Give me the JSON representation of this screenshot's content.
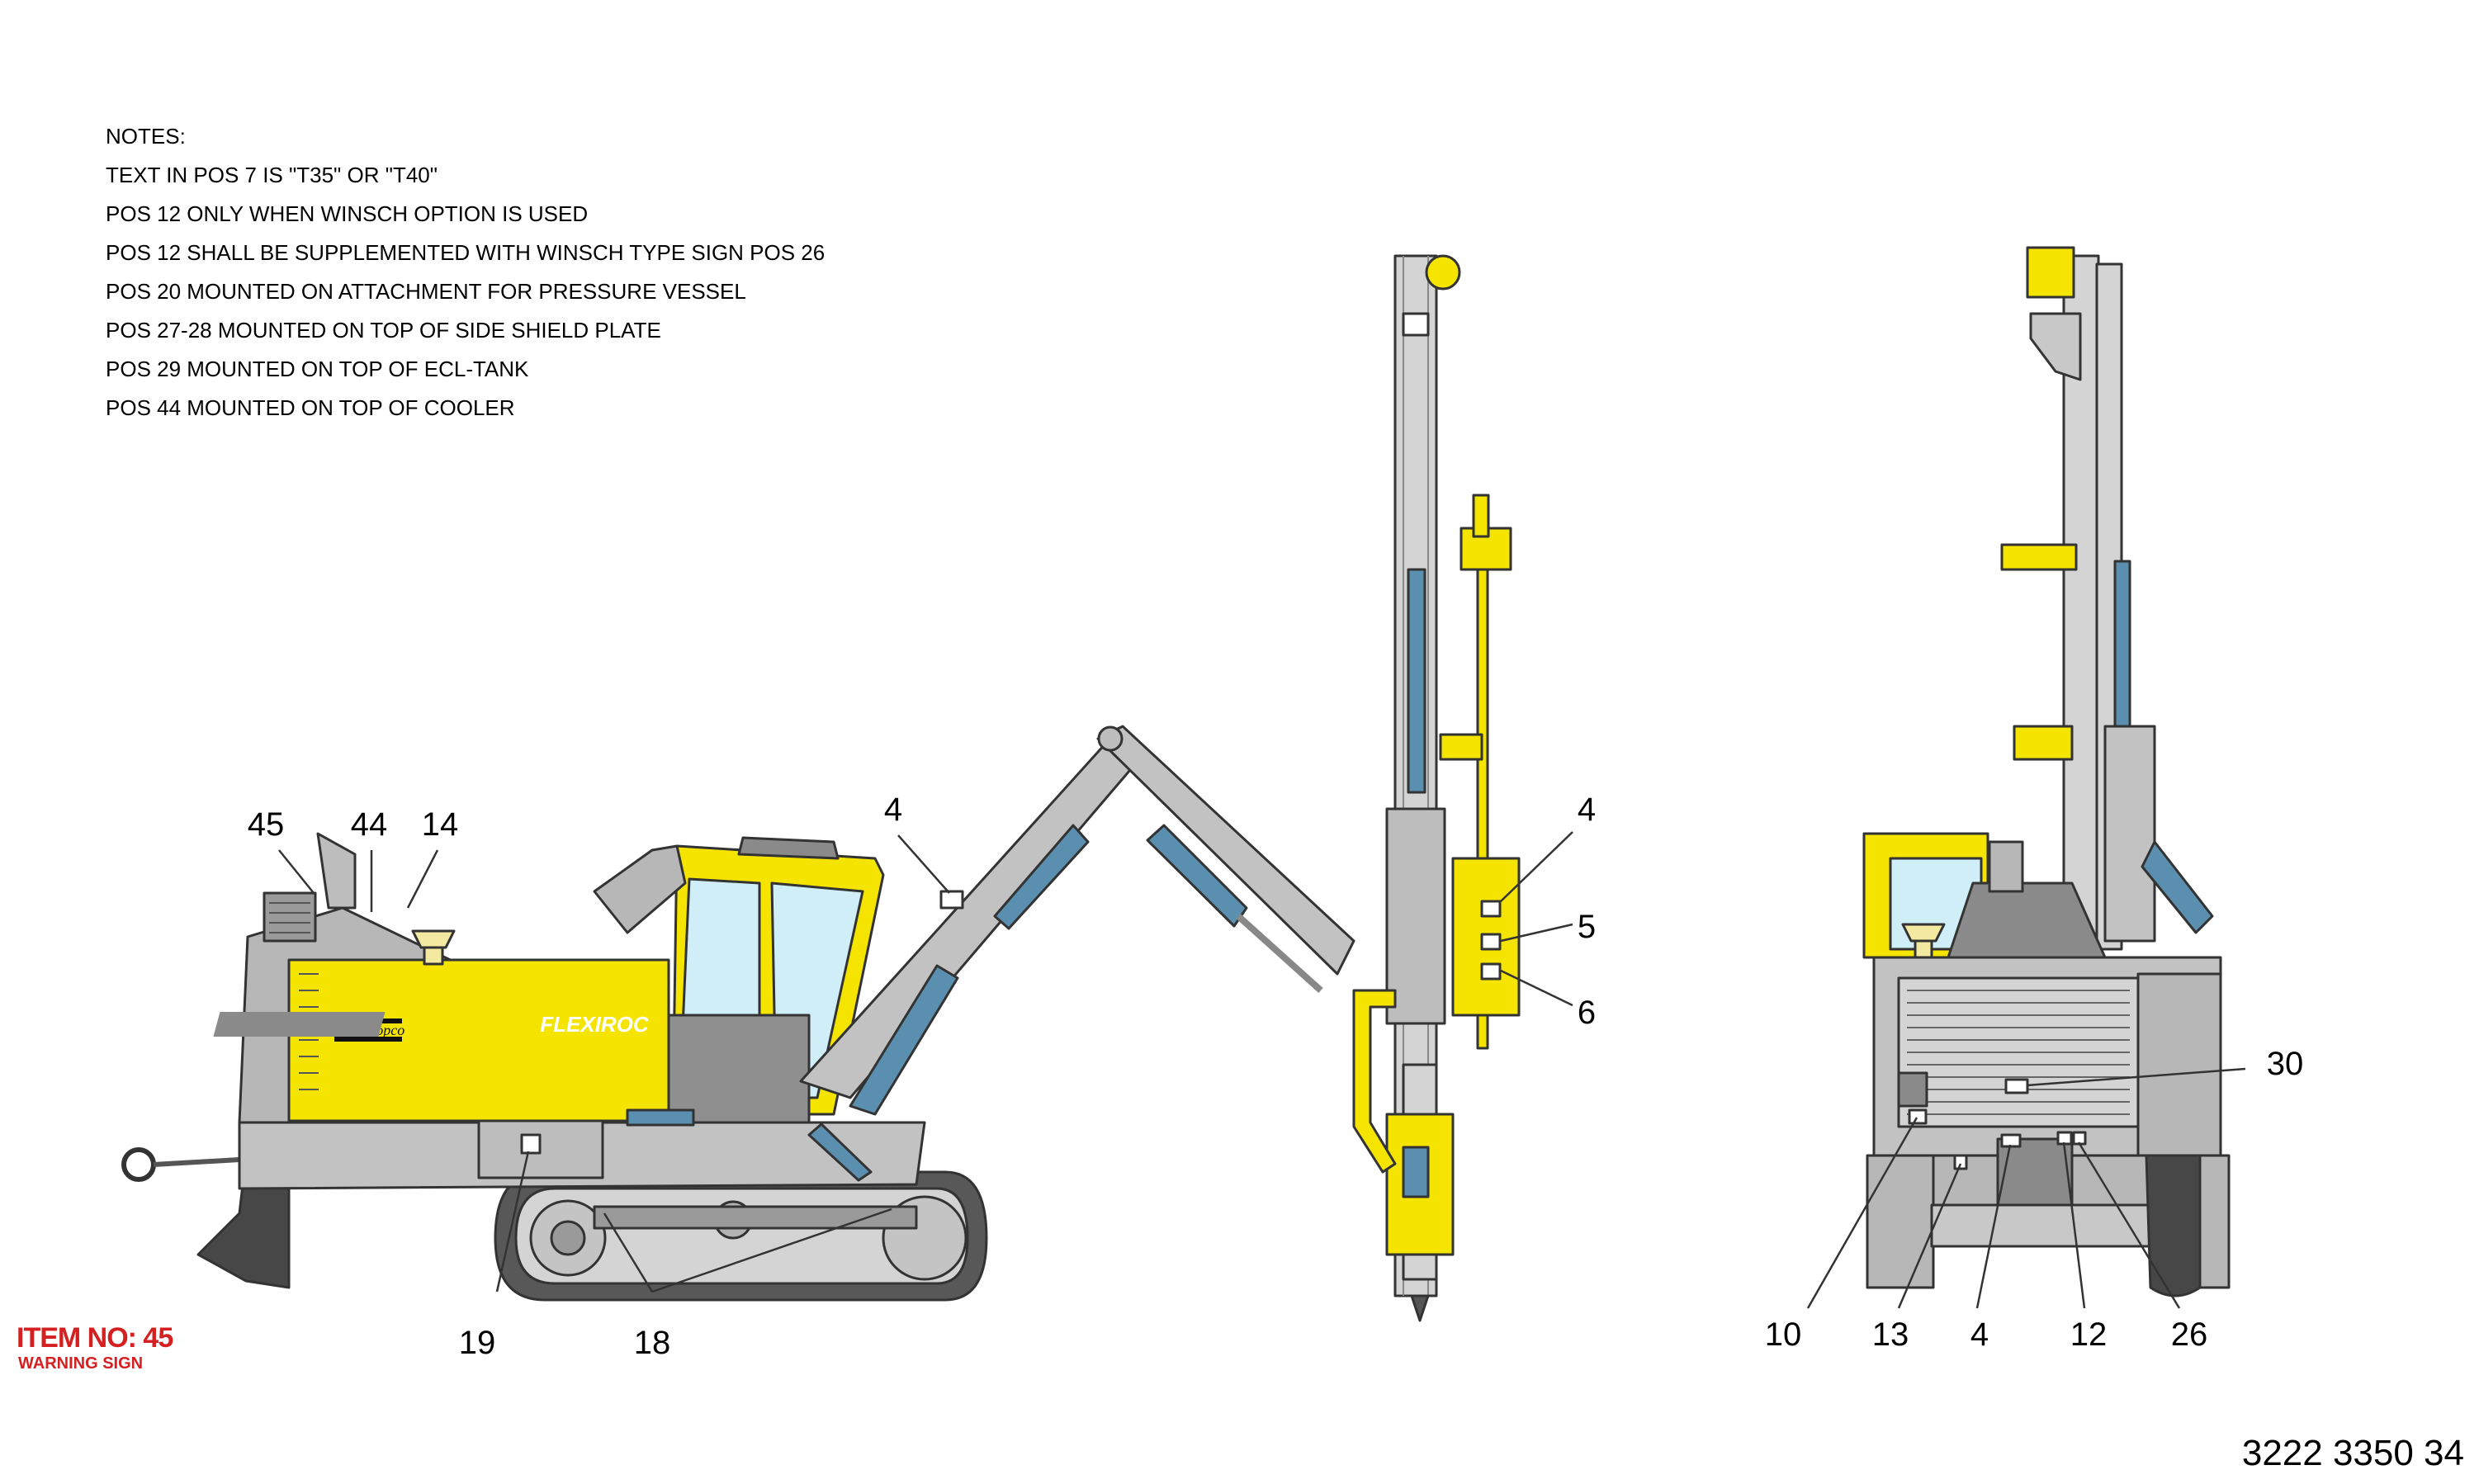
{
  "notes": [
    "NOTES:",
    "TEXT IN POS 7 IS \"T35\" OR \"T40\"",
    "POS 12 ONLY WHEN WINSCH OPTION IS USED",
    "POS 12 SHALL BE SUPPLEMENTED WITH WINSCH TYPE SIGN POS 26",
    "POS 20 MOUNTED ON ATTACHMENT FOR PRESSURE VESSEL",
    "POS 27-28 MOUNTED ON TOP OF SIDE SHIELD PLATE",
    "POS 29 MOUNTED ON TOP OF ECL-TANK",
    "POS 44 MOUNTED ON TOP OF COOLER"
  ],
  "side_view_callouts": {
    "c45": "45",
    "c44": "44",
    "c14": "14",
    "c4_boom": "4",
    "c4_feed": "4",
    "c5": "5",
    "c6": "6",
    "c19": "19",
    "c18": "18"
  },
  "rear_view_callouts": {
    "c30": "30",
    "c10": "10",
    "c13": "13",
    "c4": "4",
    "c12": "12",
    "c26": "26"
  },
  "branding": {
    "maker": "Atlas Copco",
    "model": "FLEXIROC"
  },
  "item": {
    "number": "ITEM NO: 45",
    "description": "WARNING SIGN"
  },
  "drawing_number": "3222 3350 34",
  "colors": {
    "machine_yellow": "#f5e400",
    "machine_grey": "#bdbdbd",
    "dark_grey": "#8a8a8a",
    "cylinder_blue": "#5b8fb0",
    "glass": "#cfeef7",
    "track_dark": "#4a4a4a",
    "item_red": "#d42020"
  }
}
